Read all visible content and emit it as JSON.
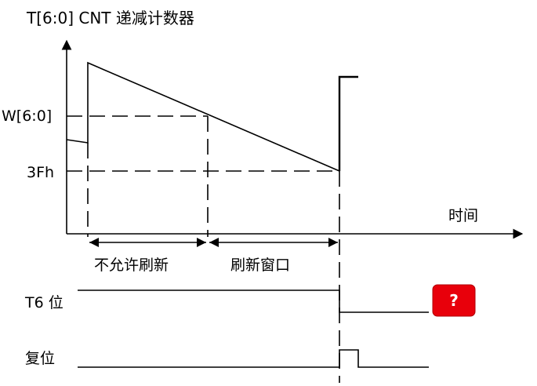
{
  "title": "T[6:0] CNT 递减计数器",
  "y_labels": {
    "window": "W[6:0]",
    "threshold": "3Fh"
  },
  "x_axis_label": "时间",
  "intervals": {
    "not_allowed": "不允许刷新",
    "refresh_window": "刷新窗口"
  },
  "signals": {
    "t6": "T6 位",
    "reset": "复位"
  },
  "annotation": {
    "badge": "?",
    "badge_color": "#e8000b"
  }
}
